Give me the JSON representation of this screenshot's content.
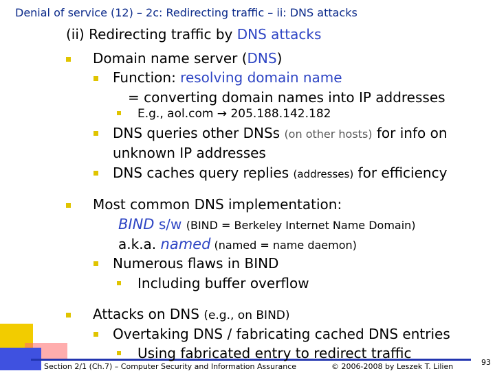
{
  "title": "Denial of service (12) – 2c: Redirecting traffic – ii: DNS attacks",
  "heading": {
    "prefix": "(ii) Redirecting traffic by ",
    "dns": "DNS attacks"
  },
  "sections": {
    "dns_server": {
      "label_a": "Domain name server (",
      "label_b": "DNS",
      "label_c": ")",
      "function_a": "Function: ",
      "function_b": "resolving domain name",
      "converting": "= converting domain names into IP addresses",
      "example": "E.g., aol.com → 205.188.142.182",
      "queries_a": "DNS queries other DNSs ",
      "queries_b": "(on other hosts)",
      "queries_c": " for info on",
      "queries_d": "unknown IP addresses",
      "caches_a": "DNS caches query replies ",
      "caches_b": "(addresses)",
      "caches_c": " for efficiency"
    },
    "bind": {
      "common": "Most common DNS implementation:",
      "bind_word": "BIND",
      "sw": " s/w ",
      "bind_expl": "(BIND = Berkeley Internet Name Domain)",
      "aka": "a.k.a. ",
      "named_word": "named",
      "named_expl": " (named = name daemon)",
      "flaws": "Numerous flaws in BIND",
      "overflow": "Including buffer overflow"
    },
    "attacks": {
      "attacks_a": "Attacks on DNS ",
      "attacks_b": "(e.g., on BIND)",
      "overtaking": "Overtaking DNS / fabricating cached DNS entries",
      "using": "Using fabricated entry to redirect traffic"
    }
  },
  "footer": {
    "left": "Section 2/1 (Ch.7) – Computer Security and Information Assurance",
    "right": "© 2006-2008 by Leszek T. Lilien",
    "page": "93"
  },
  "colors": {
    "title": "#0b2a8a",
    "accent_blue": "#2e45c4",
    "bullet": "#e0c400"
  }
}
